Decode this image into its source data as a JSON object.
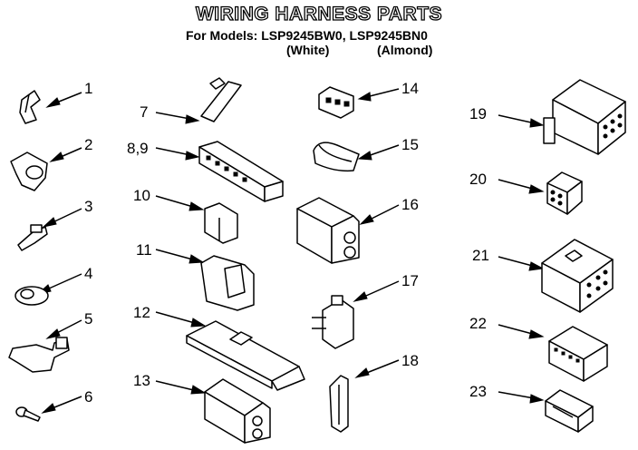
{
  "header": {
    "title": "WIRING HARNESS PARTS",
    "models_text": "For Models:  LSP9245BW0, LSP9245BN0",
    "color_white": "(White)",
    "color_almond": "(Almond)"
  },
  "callouts": [
    "1",
    "2",
    "3",
    "4",
    "5",
    "6",
    "7",
    "8,9",
    "10",
    "11",
    "12",
    "13",
    "14",
    "15",
    "16",
    "17",
    "18",
    "19",
    "20",
    "21",
    "22",
    "23"
  ]
}
